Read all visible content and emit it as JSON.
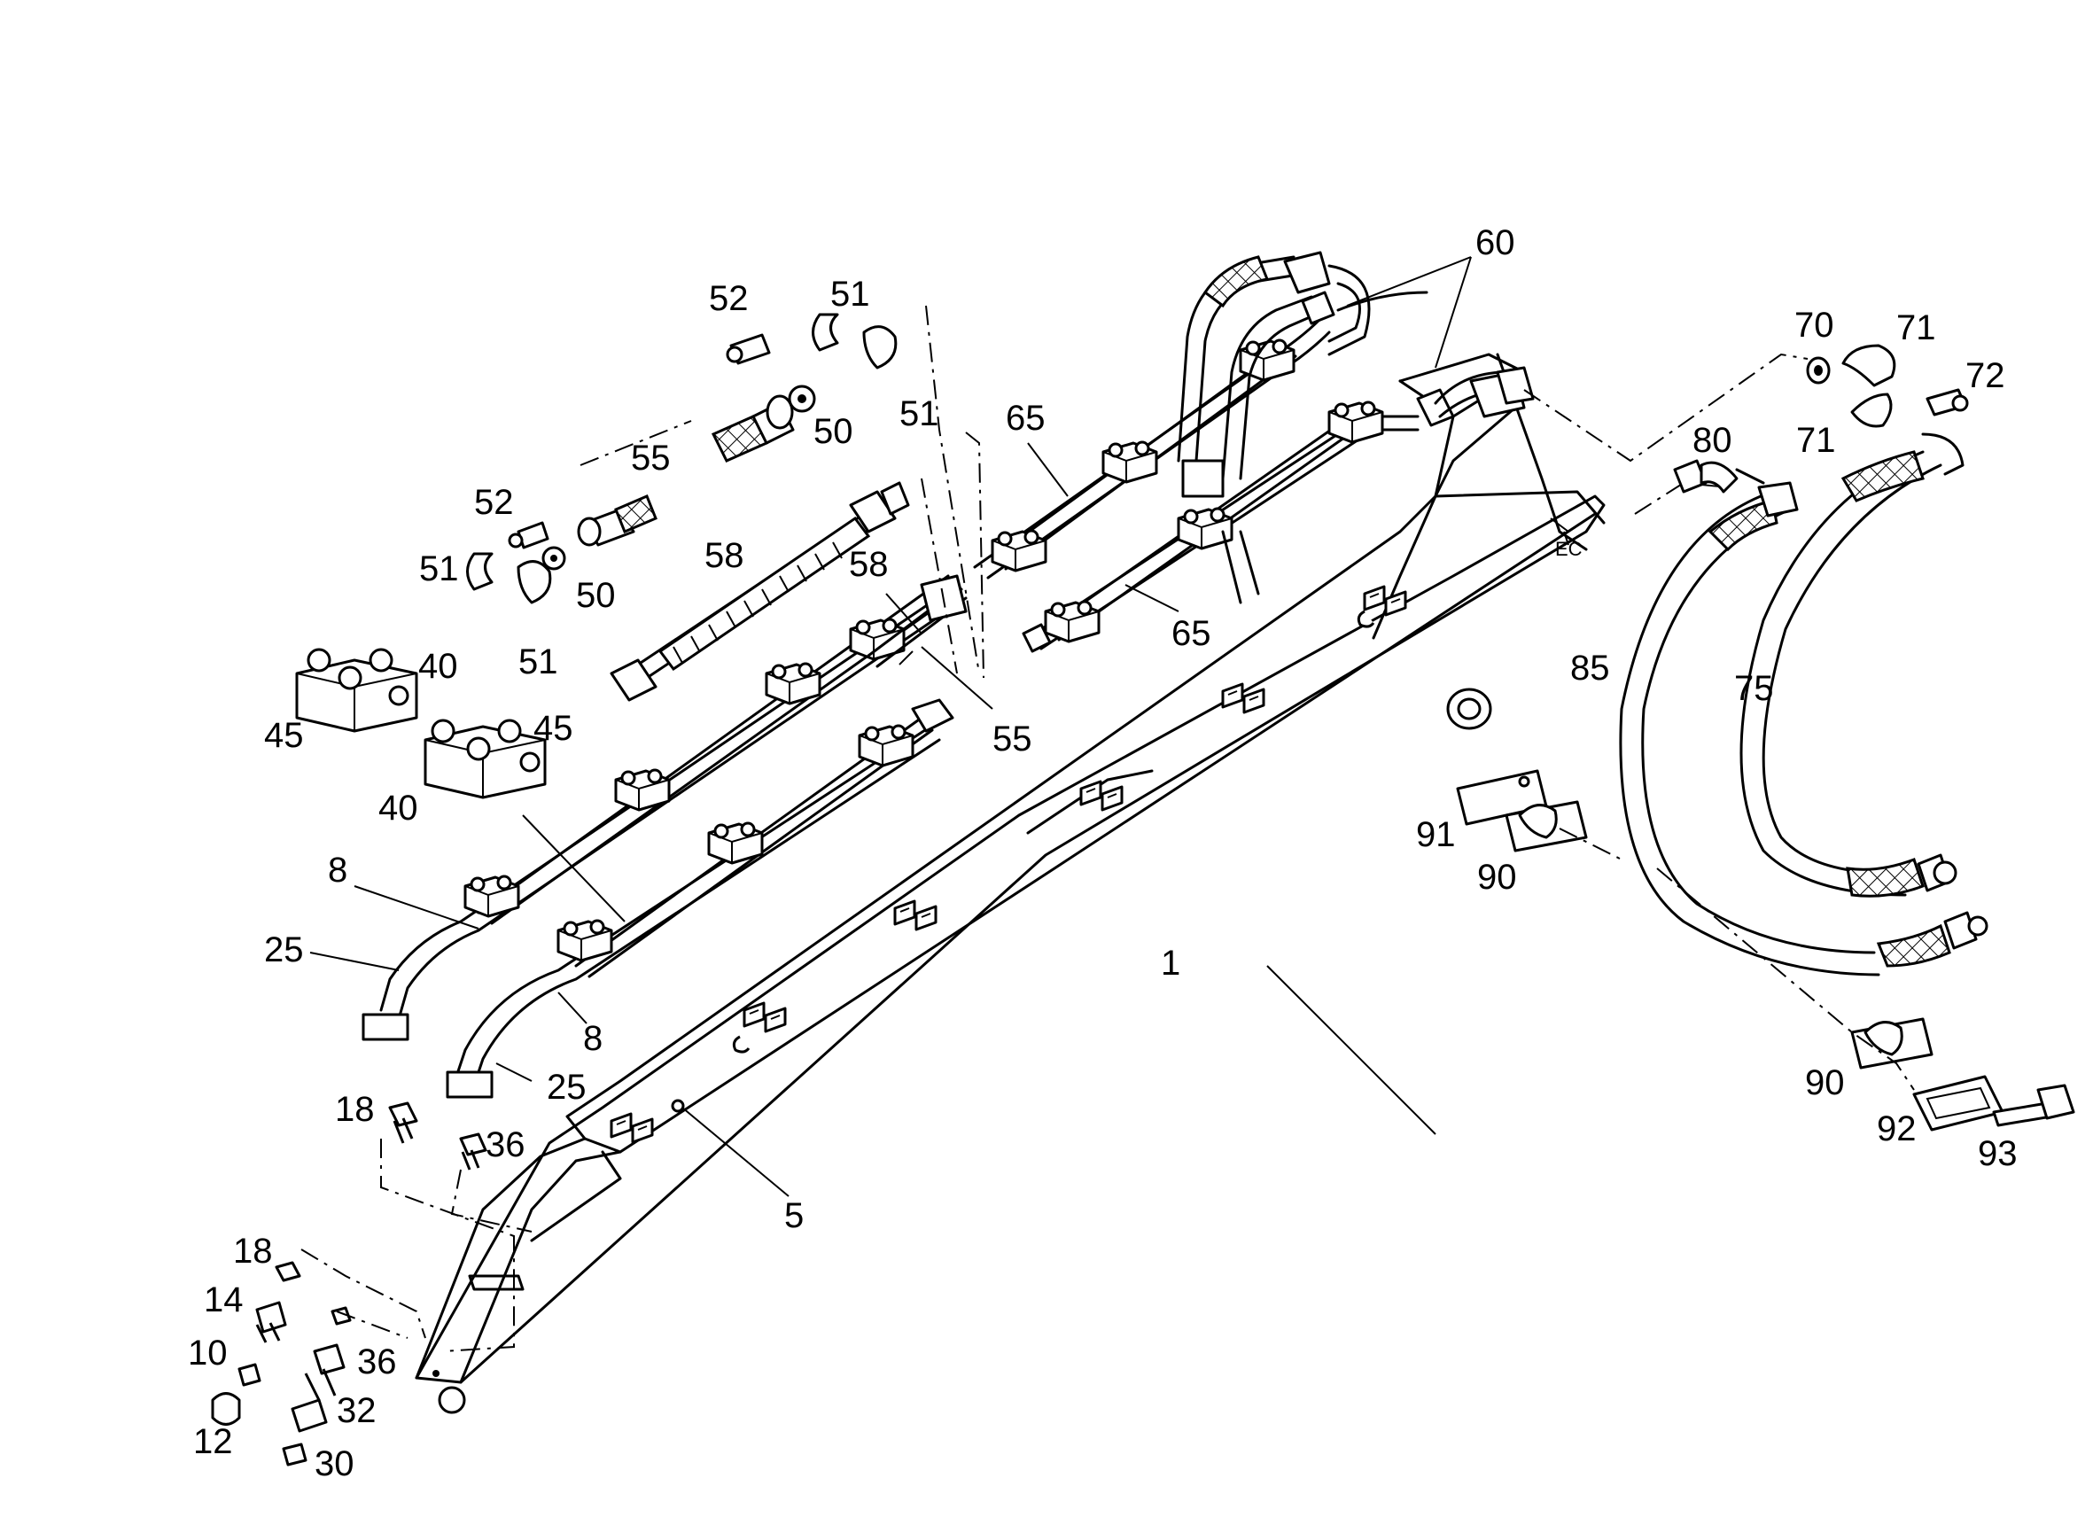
{
  "diagram": {
    "callouts": [
      {
        "id": "c1",
        "text": "1"
      },
      {
        "id": "c5",
        "text": "5"
      },
      {
        "id": "c8a",
        "text": "8"
      },
      {
        "id": "c8b",
        "text": "8"
      },
      {
        "id": "c10",
        "text": "10"
      },
      {
        "id": "c12",
        "text": "12"
      },
      {
        "id": "c14",
        "text": "14"
      },
      {
        "id": "c18a",
        "text": "18"
      },
      {
        "id": "c18b",
        "text": "18"
      },
      {
        "id": "c25a",
        "text": "25"
      },
      {
        "id": "c25b",
        "text": "25"
      },
      {
        "id": "c30",
        "text": "30"
      },
      {
        "id": "c32",
        "text": "32"
      },
      {
        "id": "c36a",
        "text": "36"
      },
      {
        "id": "c36b",
        "text": "36"
      },
      {
        "id": "c40a",
        "text": "40"
      },
      {
        "id": "c40b",
        "text": "40"
      },
      {
        "id": "c45a",
        "text": "45"
      },
      {
        "id": "c45b",
        "text": "45"
      },
      {
        "id": "c50a",
        "text": "50"
      },
      {
        "id": "c50b",
        "text": "50"
      },
      {
        "id": "c51a",
        "text": "51"
      },
      {
        "id": "c51b",
        "text": "51"
      },
      {
        "id": "c51c",
        "text": "51"
      },
      {
        "id": "c51d",
        "text": "51"
      },
      {
        "id": "c52a",
        "text": "52"
      },
      {
        "id": "c52b",
        "text": "52"
      },
      {
        "id": "c55a",
        "text": "55"
      },
      {
        "id": "c55b",
        "text": "55"
      },
      {
        "id": "c58a",
        "text": "58"
      },
      {
        "id": "c58b",
        "text": "58"
      },
      {
        "id": "c60",
        "text": "60"
      },
      {
        "id": "c65a",
        "text": "65"
      },
      {
        "id": "c65b",
        "text": "65"
      },
      {
        "id": "c70",
        "text": "70"
      },
      {
        "id": "c71a",
        "text": "71"
      },
      {
        "id": "c71b",
        "text": "71"
      },
      {
        "id": "c72",
        "text": "72"
      },
      {
        "id": "c75",
        "text": "75"
      },
      {
        "id": "c80",
        "text": "80"
      },
      {
        "id": "c85",
        "text": "85"
      },
      {
        "id": "c90a",
        "text": "90"
      },
      {
        "id": "c90b",
        "text": "90"
      },
      {
        "id": "c91",
        "text": "91"
      },
      {
        "id": "c92",
        "text": "92"
      },
      {
        "id": "c93",
        "text": "93"
      }
    ]
  }
}
